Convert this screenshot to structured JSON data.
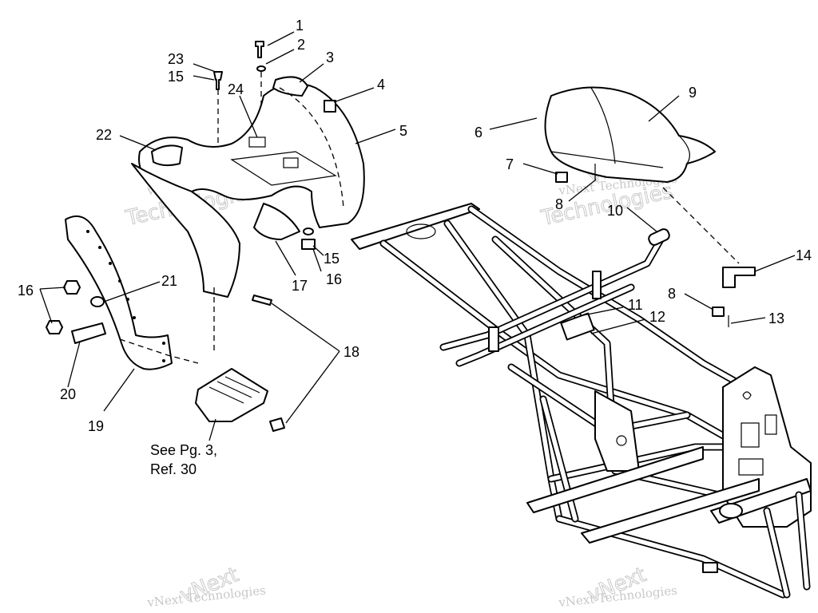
{
  "callouts": [
    "1",
    "2",
    "3",
    "4",
    "5",
    "6",
    "7",
    "8",
    "8",
    "9",
    "10",
    "11",
    "12",
    "13",
    "14",
    "15",
    "15",
    "16",
    "16",
    "17",
    "18",
    "19",
    "20",
    "21",
    "22",
    "23",
    "24"
  ],
  "note_line1": "See Pg. 3,",
  "note_line2": "Ref.  30",
  "watermark_line1": "vNext Technologies",
  "watermark_line2": "Technologies",
  "watermark_short1": "vNext",
  "watermark_short2": "vNext Technologies",
  "colors": {
    "line": "#000000",
    "background": "#ffffff",
    "watermark": "#c8c8c8"
  }
}
